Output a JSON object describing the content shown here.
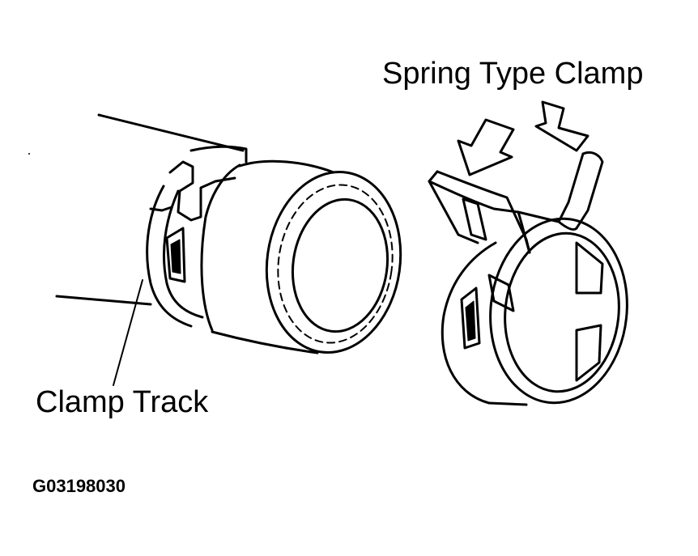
{
  "labels": {
    "spring_clamp": "Spring Type Clamp",
    "clamp_track": "Clamp Track",
    "figure_code": "G03198030"
  },
  "colors": {
    "line": "#000000",
    "background": "#ffffff"
  }
}
